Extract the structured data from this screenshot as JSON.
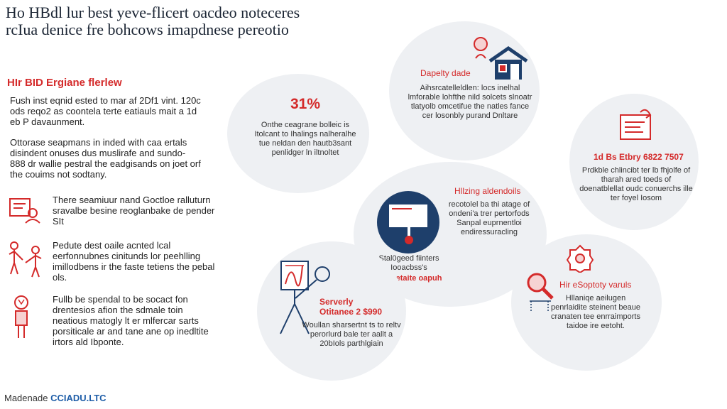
{
  "header": {
    "title_line1": "Ho HBdl lur best yeve-flicert oacdeo noteceres",
    "title_line2": "rcIua denice fre bohcows imapdnese pereotio"
  },
  "left": {
    "section_title": "HIr BID Ergiane flerlew",
    "para1": "Fush inst eqnid ested to mar af 2Df1 vint. 120c ods reqo2 as coontela terte eatiauls mait a 1d eb P davaunment.",
    "para2": "Ottorase seapmans in inded with caa ertals disindent onuses dus muslirafe and sundo- 888 dr wallie pestral the eadgisands on joet orf the couims not sodtany.",
    "features": [
      {
        "text": "There seamiuur nand Goctloe ralluturn sravalbe besine reoglanbake de pender SIt",
        "icon": "document-person-icon"
      },
      {
        "text": "Pedute dest oaile acnted lcal eerfonnubnes cinitunds lor peehlling imillodbens ir the faste tetiens the pebal ols.",
        "icon": "people-handshake-icon"
      },
      {
        "text": "Fullb be spendal to be socact fon drentesios afion the sdmale toin neatious matogly lt er mlfercar sarts porsiticale ar and tane ane op inedltite irtors ald Ibponte.",
        "icon": "person-idea-icon"
      }
    ]
  },
  "circles": {
    "stat": {
      "value": "31%",
      "text": "Onthe ceagrane bolleic is Itolcant to Ihalings nalheralhe tue neldan den hautb3sant penlidger ln iltnoltet"
    },
    "top": {
      "label": "Dapelty dade",
      "text": "Aihsrcatelleldlen: locs inelhal lmforable lohfthe nild solcets slnoatr tlatyolb omcetifue the natles fance cer losonbly purand Dnltare"
    },
    "right": {
      "label": "1d Bs Etbry  6822 7507",
      "text": "Prdkble chlincibt ter lb fhjolfe of tharah ared toeds of doenatblellat oudc conuerchs ille ter foyel Iosom"
    },
    "center": {
      "label": "Hllzing aldendoils",
      "text": "recotolel ba thi atage of ondeni'a trer pertorfods Sanpal euprnentloi endiressuracling",
      "caption": "Stal0geed fiinters Iooacbss's",
      "caption_red": "Cltgnetaite oapuh"
    },
    "bottom_left": {
      "label1": "Serverly",
      "label2": "Otitanee 2 $990",
      "text": "Woullan sharsertnt ts to reltv perorlurd bale ter aallt a 20bIols parthlgiain"
    },
    "bottom_right": {
      "label": "Hir eSoptoty varuls",
      "text": "Hllaniqe aeilugen penrlaidite steinent beaue cranaten tee enrraimports taidoe ire eetoht."
    }
  },
  "footer": {
    "prefix": "Madenade",
    "brand": "CCIADU.LTC"
  },
  "colors": {
    "accent": "#d42a2a",
    "navy": "#1e3f6b",
    "circle_bg": "#eef0f3",
    "brand": "#1f5ea8"
  }
}
